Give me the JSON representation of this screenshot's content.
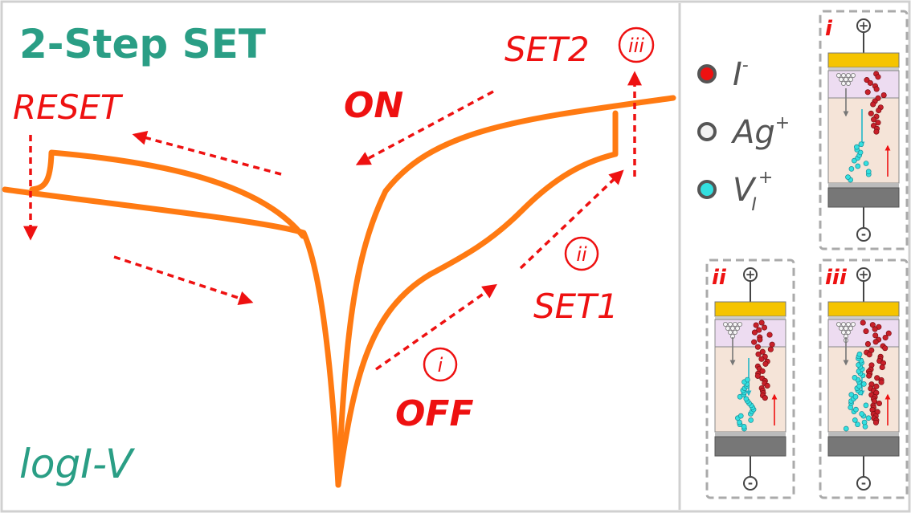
{
  "title": "2-Step SET",
  "axis_label": "logI-V",
  "states": {
    "reset": "RESET",
    "on": "ON",
    "off": "OFF",
    "set1": "SET1",
    "set2": "SET2"
  },
  "step_markers": {
    "i": "i",
    "ii": "ii",
    "iii": "iii"
  },
  "legend": [
    {
      "symbol": "I",
      "superscript": "-",
      "subscript": "",
      "color": "#ee1111"
    },
    {
      "symbol": "Ag",
      "superscript": "+",
      "subscript": "",
      "color": "#f2f2f2"
    },
    {
      "symbol": "V",
      "superscript": "+",
      "subscript": "I",
      "color": "#33e0e0"
    }
  ],
  "panels": [
    {
      "id": "i",
      "label": "i",
      "top_terminal": "+",
      "bottom_terminal": "-"
    },
    {
      "id": "ii",
      "label": "ii",
      "top_terminal": "+",
      "bottom_terminal": "-"
    },
    {
      "id": "iii",
      "label": "iii",
      "top_terminal": "+",
      "bottom_terminal": "-"
    }
  ],
  "colors": {
    "curve": "#ff7a12",
    "arrow": "#ee1111",
    "title": "#2a9e85",
    "electrode": "#f5c400",
    "bottom_electrode": "#777777",
    "upper_layer": "#eddcf1",
    "lower_layer": "#f5e4d8"
  }
}
